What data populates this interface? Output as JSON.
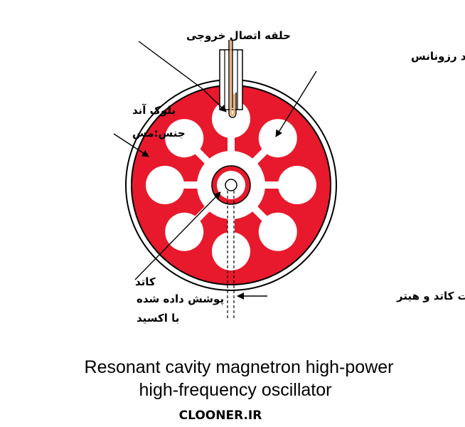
{
  "labels": {
    "output_loop": "حلقه اتصال خروجی",
    "resonant_holes": "حفره های ایجاد رزونانس",
    "anode_block": "بلوک آند",
    "material": "جنس:مس",
    "cathode": "کاتد",
    "coated_1": "پوشش داده شده",
    "coated_2": "با اکسید",
    "to_cathode_heater": "به سمت کاتد و هیتر"
  },
  "caption": {
    "line1": "Resonant cavity magnetron high-power",
    "line2": "high-frequency oscillator"
  },
  "watermark": "CLOONER.IR",
  "colors": {
    "copper": "#e8192c",
    "outline": "#000000",
    "cavity": "#ffffff",
    "loop": "#f4a460"
  }
}
